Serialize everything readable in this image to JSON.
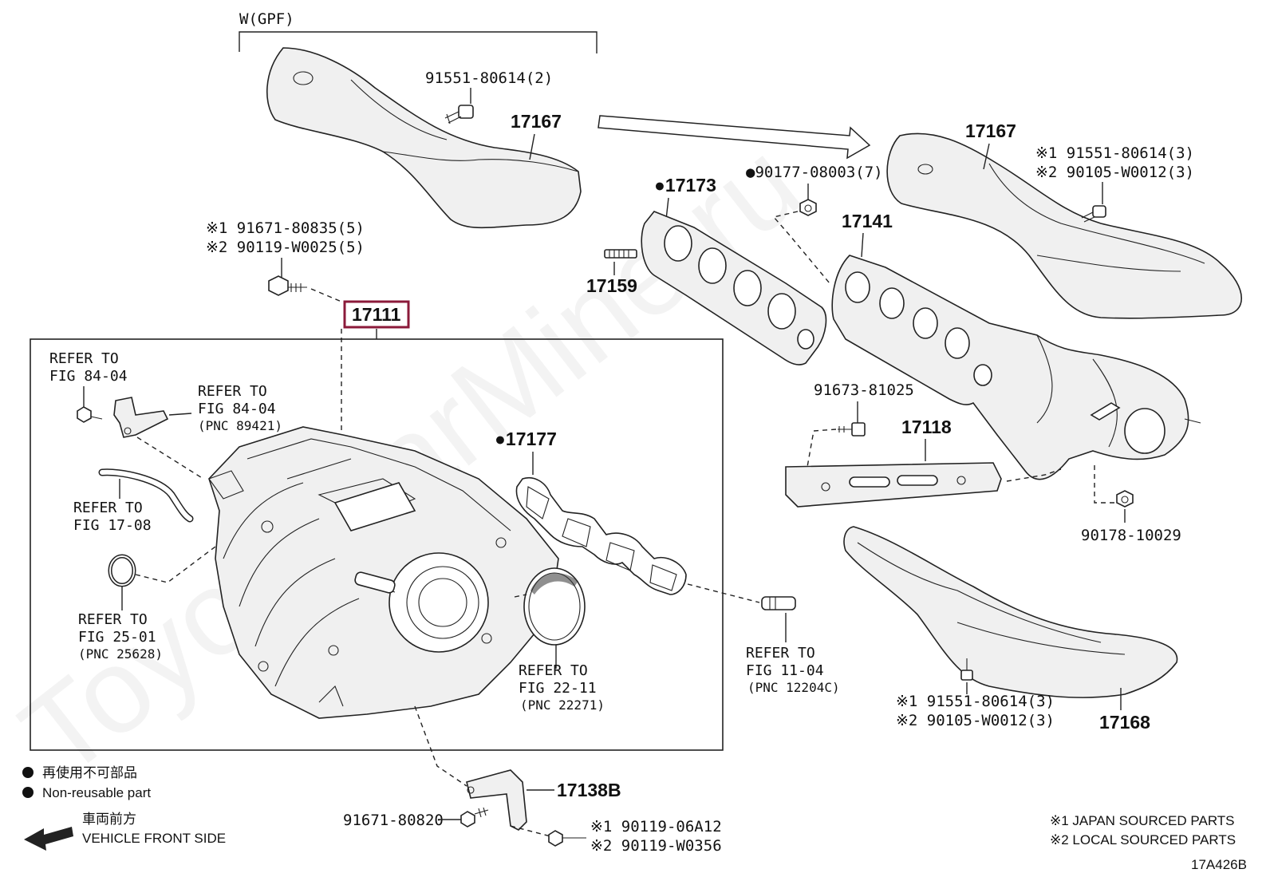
{
  "diagram": {
    "code": "17A426B",
    "top_bracket_label": "W(GPF)",
    "highlighted_part": "17111",
    "watermark": "ToyotaCarMine.ru",
    "labels": {
      "p17167_top": "17167",
      "p91551_top": "91551-80614(2)",
      "p17167_right": "17167",
      "p17167_right_j": "※1 91551-80614(3)",
      "p17167_right_l": "※2 90105-W0012(3)",
      "p17173": "17173",
      "p90177": "90177-08003(7)",
      "p17141": "17141",
      "p17159": "17159",
      "p91671_top_j": "※1 91671-80835(5)",
      "p91671_top_l": "※2 90119-W0025(5)",
      "p17177": "17177",
      "p91673": "91673-81025",
      "p17118": "17118",
      "p90178": "90178-10029",
      "p17168": "17168",
      "p17168_j": "※1 91551-80614(3)",
      "p17168_l": "※2 90105-W0012(3)",
      "p17138b": "17138B",
      "p91671_bottom": "91671-80820",
      "p90119_j": "※1 90119-06A12",
      "p90119_l": "※2 90119-W0356"
    },
    "refs": {
      "r1_a": "REFER TO",
      "r1_b": "FIG 84-04",
      "r2_a": "REFER TO",
      "r2_b": "FIG 84-04",
      "r2_c": "(PNC 89421)",
      "r3_a": "REFER TO",
      "r3_b": "FIG 17-08",
      "r4_a": "REFER TO",
      "r4_b": "FIG 25-01",
      "r4_c": "(PNC 25628)",
      "r5_a": "REFER TO",
      "r5_b": "FIG 22-11",
      "r5_c": "(PNC 22271)",
      "r6_a": "REFER TO",
      "r6_b": "FIG 11-04",
      "r6_c": "(PNC 12204C)"
    },
    "legend": {
      "non_reusable_jp": "再使用不可部品",
      "non_reusable_en": "Non-reusable part",
      "front_jp": "車両前方",
      "front_en": "VEHICLE FRONT SIDE",
      "japan_sourced": "※1 JAPAN SOURCED PARTS",
      "local_sourced": "※2 LOCAL SOURCED PARTS"
    },
    "colors": {
      "highlight": "#8b1a3a",
      "ink": "#222222"
    }
  }
}
